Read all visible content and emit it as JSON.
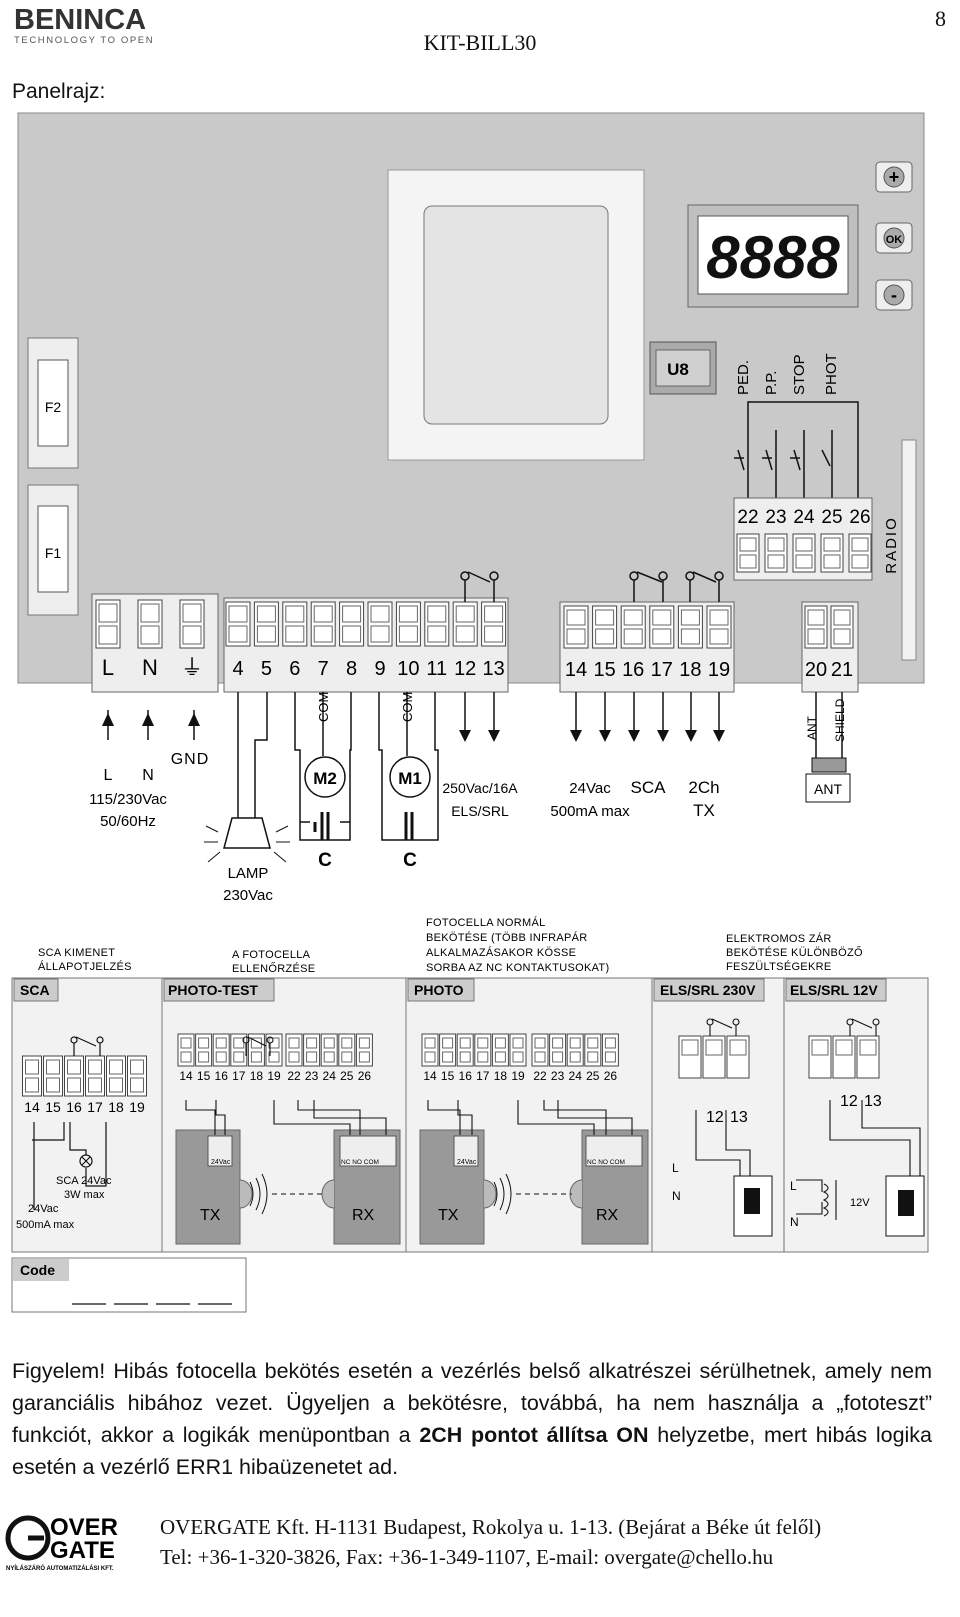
{
  "header": {
    "brand": "BENINCA",
    "tagline": "TECHNOLOGY TO OPEN",
    "doc_title": "KIT-BILL30",
    "page_number": "8"
  },
  "section_title": "Panelrajz:",
  "board": {
    "display": "8888",
    "buttons": [
      "+",
      "OK",
      "-"
    ],
    "chip": "U8",
    "fuses": [
      "F2",
      "F1"
    ],
    "radio": "RADIO",
    "input_labels": [
      "PED.",
      "P.P.",
      "STOP",
      "PHOT"
    ],
    "input_terminals": [
      "22",
      "23",
      "24",
      "25",
      "26"
    ],
    "power_terminals": [
      "L",
      "N",
      "⏚"
    ],
    "motor_terminals": [
      "4",
      "5",
      "6",
      "7",
      "8",
      "9",
      "10",
      "11",
      "12",
      "13"
    ],
    "aux_terminals": [
      "14",
      "15",
      "16",
      "17",
      "18",
      "19"
    ],
    "ant_terminals": [
      "20",
      "21"
    ],
    "power_labels": {
      "l": "L",
      "n": "N",
      "gnd": "GND",
      "spec1": "115/230Vac",
      "spec2": "50/60Hz"
    },
    "lamp": {
      "label": "LAMP",
      "spec": "230Vac"
    },
    "motors": [
      {
        "name": "M2",
        "com": "COM",
        "cap": "C"
      },
      {
        "name": "M1",
        "com": "COM",
        "cap": "C"
      }
    ],
    "els": {
      "spec": "250Vac/16A",
      "label": "ELS/SRL"
    },
    "aux_labels": {
      "v24": "24Vac",
      "ma": "500mA max",
      "sca": "SCA",
      "ch2": "2Ch",
      "tx": "TX"
    },
    "ant_labels": {
      "ant": "ANT",
      "shield": "SHIELD",
      "antenna": "ANT"
    }
  },
  "notes": {
    "sca": [
      "SCA KIMENET",
      "ÁLLAPOTJELZÉS"
    ],
    "photo_test": [
      "A FOTOCELLA",
      "ELLENŐRZÉSE"
    ],
    "photo": [
      "FOTOCELLA NORMÁL",
      "BEKÖTÉSE (TÖBB INFRAPÁR",
      "ALKALMAZÁSAKOR KÖSSE",
      "SORBA AZ NC KONTAKTUSOKAT)"
    ],
    "els": [
      "ELEKTROMOS ZÁR",
      "BEKÖTÉSE KÜLÖNBÖZŐ",
      "FESZÜLTSÉGEKRE"
    ]
  },
  "panels": {
    "sca": {
      "title": "SCA",
      "terminals": [
        "14",
        "15",
        "16",
        "17",
        "18",
        "19"
      ],
      "lamp_spec1": "SCA 24Vac",
      "lamp_spec2": "3W max",
      "supply1": "24Vac",
      "supply2": "500mA max"
    },
    "photo_test": {
      "title": "PHOTO-TEST",
      "t1": [
        "14",
        "15",
        "16",
        "17",
        "18",
        "19"
      ],
      "t2": [
        "22",
        "23",
        "24",
        "25",
        "26"
      ],
      "tx": "TX",
      "rx": "RX",
      "v24": "24Vac",
      "nccom": "NC NO COM"
    },
    "photo": {
      "title": "PHOTO",
      "t1": [
        "14",
        "15",
        "16",
        "17",
        "18",
        "19"
      ],
      "t2": [
        "22",
        "23",
        "24",
        "25",
        "26"
      ],
      "tx": "TX",
      "rx": "RX",
      "v24": "24Vac",
      "nccom": "NC NO COM"
    },
    "els230": {
      "title": "ELS/SRL 230V",
      "terminals": [
        "12",
        "13"
      ],
      "l": "L",
      "n": "N"
    },
    "els12": {
      "title": "ELS/SRL 12V",
      "terminals": [
        "12",
        "13"
      ],
      "l": "L",
      "n": "N",
      "v12": "12V"
    },
    "code_label": "Code"
  },
  "notice": {
    "part1": "Figyelem! Hibás fotocella bekötés esetén a vezérlés belső alkatrészei sérülhetnek, amely nem garanciális hibához vezet. Ügyeljen a bekötésre, továbbá, ha nem használja a „fototeszt” funkciót, akkor a logikák menüpontban a ",
    "bold": "2CH pontot állítsa ON",
    "part2": " helyzetbe, mert hibás logika esetén a vezérlő ERR1 hibaüzenetet ad."
  },
  "footer": {
    "logo_top": "OVER",
    "logo_bottom": "GATE",
    "logo_sub": "NYÍLÁSZÁRÓ AUTOMATIZÁLÁSI KFT.",
    "line1": "OVERGATE Kft. H-1131 Budapest, Rokolya u. 1-13. (Bejárat a Béke út felől)",
    "line2": "Tel: +36-1-320-3826, Fax: +36-1-349-1107, E-mail: overgate@chello.hu"
  }
}
